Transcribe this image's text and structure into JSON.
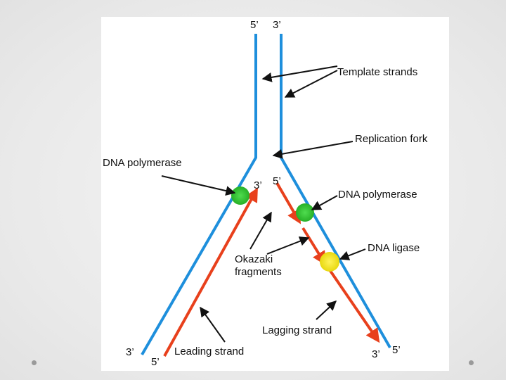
{
  "labels": {
    "top_5prime": "5’",
    "top_3prime": "3’",
    "template_strands": "Template strands",
    "replication_fork": "Replication fork",
    "dna_polymerase_left": "DNA polymerase",
    "mid_3prime": "3’",
    "mid_5prime": "5’",
    "dna_polymerase_right": "DNA polymerase",
    "dna_ligase": "DNA ligase",
    "okazaki_line1": "Okazaki",
    "okazaki_line2": "fragments",
    "lagging_strand": "Lagging strand",
    "leading_strand": "Leading strand",
    "bottom_left_3prime": "3’",
    "bottom_left_5prime": "5’",
    "bottom_right_3prime": "3’",
    "bottom_right_5prime": "5’"
  },
  "colors": {
    "template_strand": "#1e8fdc",
    "new_strand": "#e8401c",
    "polymerase": "#2fc42f",
    "ligase": "#f2e619",
    "annotation_arrow": "#111111"
  }
}
